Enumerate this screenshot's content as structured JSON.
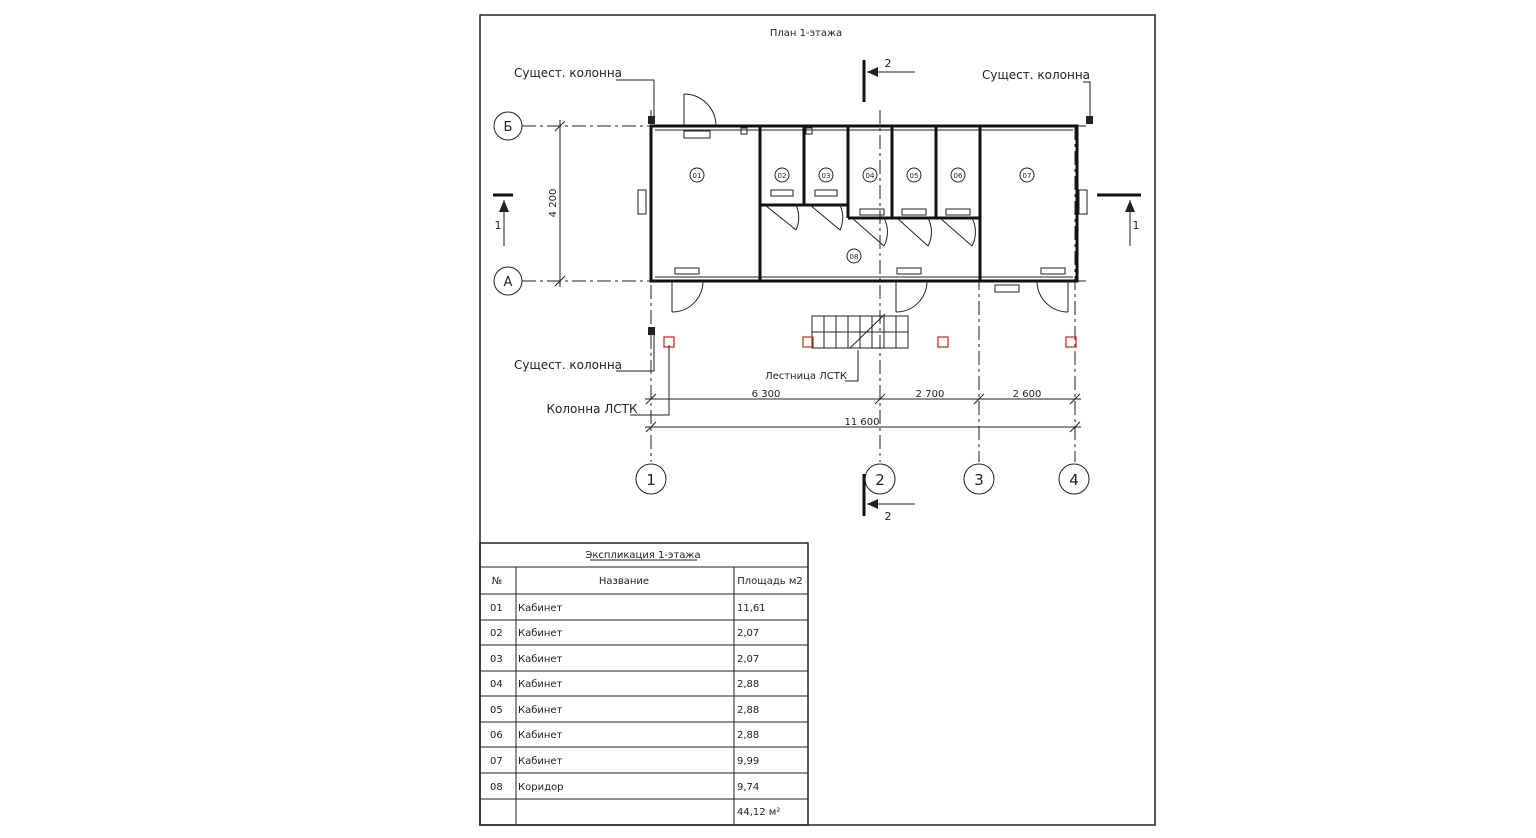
{
  "title": "План 1-этажа",
  "labels": {
    "existing_column_left_top": "Сущест. колонна",
    "existing_column_right_top": "Сущест. колонна",
    "existing_column_left_bottom": "Сущест. колонна",
    "column_lstk": "Колонна ЛСТК",
    "stair_lstk": "Лестница ЛСТК"
  },
  "axes": {
    "rows": [
      "Б",
      "А"
    ],
    "cols": [
      "1",
      "2",
      "3",
      "4"
    ]
  },
  "section_marks": {
    "section_1": "1",
    "section_2": "2"
  },
  "dimensions": {
    "depth": "4 200",
    "span_1_2": "6 300",
    "span_2_3": "2 700",
    "span_3_4": "2 600",
    "total": "11 600"
  },
  "room_tags": [
    "01",
    "02",
    "03",
    "04",
    "05",
    "06",
    "07",
    "08"
  ],
  "schedule": {
    "title": "Экспликация 1-этажа",
    "headers": [
      "№",
      "Название",
      "Площадь м2"
    ],
    "rows": [
      {
        "no": "01",
        "name": "Кабинет",
        "area": "11,61"
      },
      {
        "no": "02",
        "name": "Кабинет",
        "area": "2,07"
      },
      {
        "no": "03",
        "name": "Кабинет",
        "area": "2,07"
      },
      {
        "no": "04",
        "name": "Кабинет",
        "area": "2,88"
      },
      {
        "no": "05",
        "name": "Кабинет",
        "area": "2,88"
      },
      {
        "no": "06",
        "name": "Кабинет",
        "area": "2,88"
      },
      {
        "no": "07",
        "name": "Кабинет",
        "area": "9,99"
      },
      {
        "no": "08",
        "name": "Коридор",
        "area": "9,74"
      }
    ],
    "total": "44,12 м²"
  }
}
